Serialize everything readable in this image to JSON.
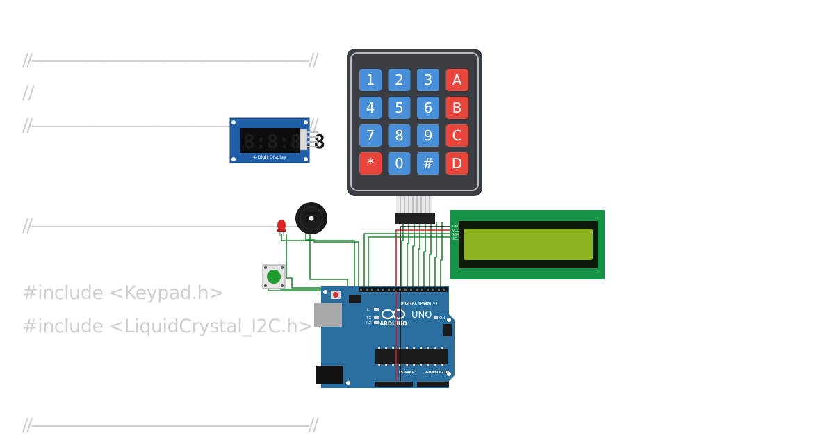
{
  "code": {
    "line1": "//----------------------------------------------------------//",
    "line2": "//",
    "line3": "//----------------------------------------------------------//",
    "line4": "//----------------------------------------------------------//",
    "line5": "#include <Keypad.h>",
    "line6": "#include <LiquidCrystal_I2C.h>",
    "line7": "//----------------------------------------------------------//"
  },
  "keypad": {
    "keys": [
      "1",
      "2",
      "3",
      "A",
      "4",
      "5",
      "6",
      "B",
      "7",
      "8",
      "9",
      "C",
      "*",
      "0",
      "#",
      "D"
    ],
    "digit_color": "#4a90d9",
    "letter_color": "#e8453c"
  },
  "seven_segment": {
    "digits": "8:8:8.8",
    "label": "4-Digit Display",
    "board_color": "#1f5fa8"
  },
  "lcd": {
    "pins": [
      "GND",
      "VCC",
      "SDA",
      "SCL"
    ],
    "board_color": "#159447",
    "screen_color": "#8db31f"
  },
  "arduino": {
    "brand": "ARDUINO",
    "model": "UNO",
    "digital_label": "DIGITAL (PWM ~)",
    "power_label": "POWER",
    "analog_label": "ANALOG IN",
    "on_label": "ON",
    "tx_label": "TX",
    "rx_label": "RX",
    "l_label": "L",
    "board_color": "#2a6ea0"
  }
}
